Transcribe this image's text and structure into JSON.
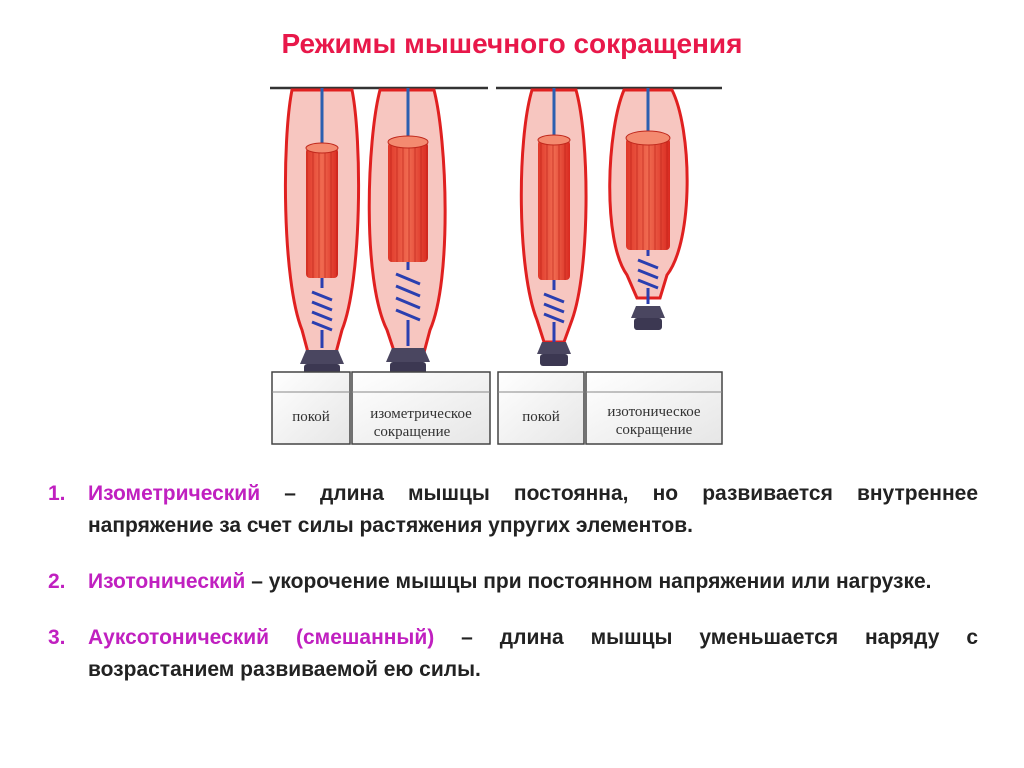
{
  "title": "Режимы мышечного сокращения",
  "figure": {
    "labels": {
      "rest_1": "покой",
      "isometric_1": "изометрическое",
      "isometric_2": "сокращение",
      "rest_2": "покой",
      "isotonic_1": "изотоническое",
      "isotonic_2": "сокращение"
    }
  },
  "items": [
    {
      "number": "1.",
      "term": "Изометрический",
      "text": " – длина мышцы постоянна, но развивается внутреннее напряжение за счет силы растяжения упругих элементов."
    },
    {
      "number": "2.",
      "term": "Изотонический",
      "text": " – укорочение мышцы при постоянном напряжении или нагрузке."
    },
    {
      "number": "3.",
      "term": "Ауксотонический (смешанный)",
      "text": " – длина мышцы уменьшается наряду с возрастанием развиваемой ею силы."
    }
  ]
}
